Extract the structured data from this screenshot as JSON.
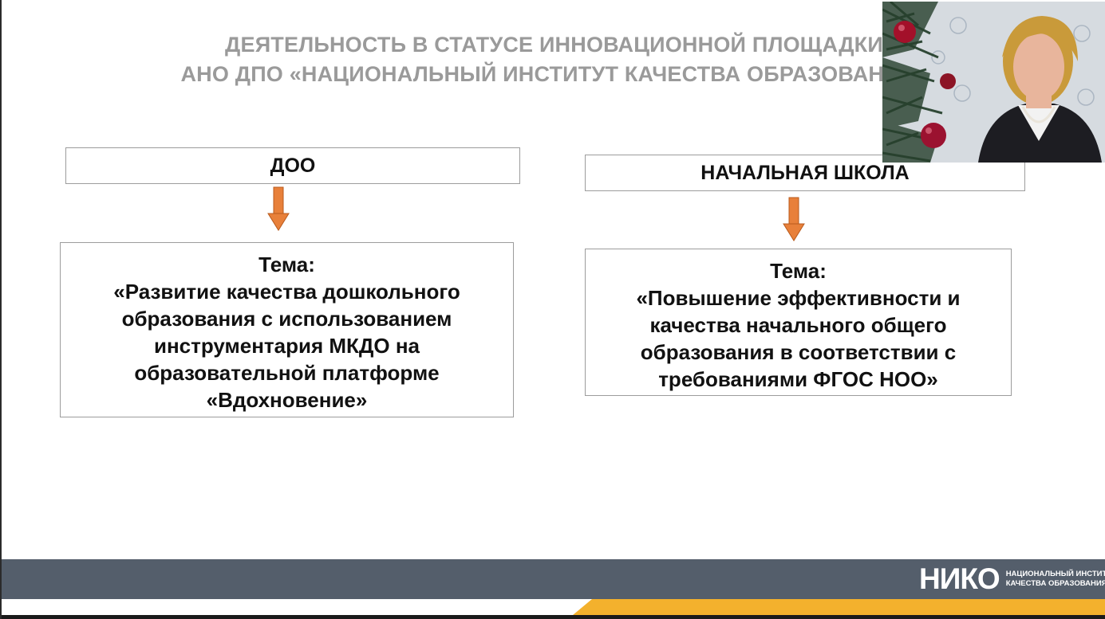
{
  "slide": {
    "title_line1": "ДЕЯТЕЛЬНОСТЬ В СТАТУСЕ  ИННОВАЦИОННОЙ ПЛОЩАДКИ",
    "title_line2": "АНО ДПО «НАЦИОНАЛЬНЫЙ ИНСТИТУТ КАЧЕСТВА ОБРАЗОВАНИЯ»",
    "left": {
      "heading": "ДОО",
      "topic_label": "Тема:",
      "topic_text": "«Развитие качества дошкольного образования с использованием инструментария МКДО на образовательной платформе «Вдохновение»"
    },
    "right": {
      "heading": "НАЧАЛЬНАЯ ШКОЛА",
      "topic_label": "Тема:",
      "topic_text": "«Повышение эффективности и качества начального общего образования в соответствии с требованиями ФГОС НОО»"
    }
  },
  "footer": {
    "logo_mark": "НИКО",
    "logo_line1": "НАЦИОНАЛЬНЫЙ ИНСТИТУТ",
    "logo_line2": "КАЧЕСТВА ОБРАЗОВАНИЯ"
  },
  "colors": {
    "title": "#9a9a9a",
    "arrow": "#e8803a",
    "footer_bar": "#545e6b",
    "footer_accent": "#f3b12d"
  },
  "icons": {
    "arrow": "arrow-down-icon"
  }
}
